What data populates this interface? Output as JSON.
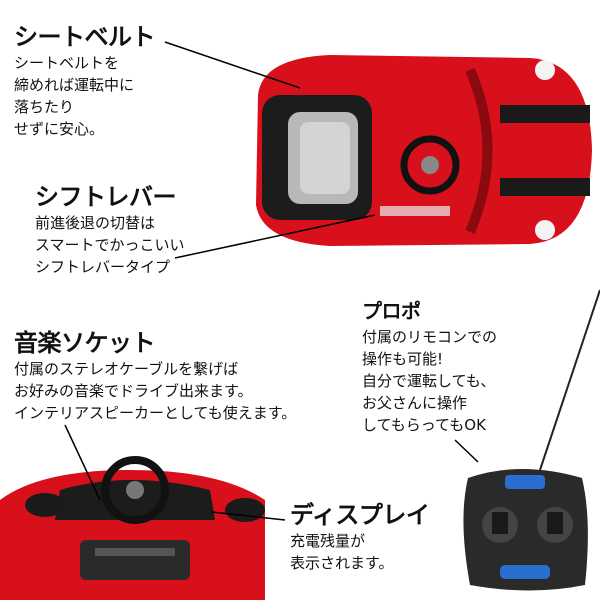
{
  "features": {
    "seatbelt": {
      "title": "シートベルト",
      "lines": [
        "シートベルトを",
        "締めれば運転中に",
        "落ちたり",
        "せずに安心。"
      ]
    },
    "shift_lever": {
      "title": "シフトレバー",
      "lines": [
        "前進後退の切替は",
        "スマートでかっこいい",
        "シフトレバータイプ"
      ]
    },
    "music_socket": {
      "title": "音楽ソケット",
      "lines": [
        "付属のステレオケーブルを繋げば",
        "お好みの音楽でドライブ出来ます。",
        "インテリアスピーカーとしても使えます。"
      ]
    },
    "propo": {
      "title": "プロポ",
      "lines": [
        "付属のリモコンでの",
        "操作も可能!",
        "自分で運転しても、",
        "お父さんに操作",
        "してもらってもOK"
      ]
    },
    "display": {
      "title": "ディスプレイ",
      "lines": [
        "充電残量が",
        "表示されます。"
      ]
    }
  },
  "colors": {
    "car_red": "#d8101c",
    "stripe": "#1a1a1a",
    "remote": "#2a2a2a",
    "remote_accent": "#2a6fd0"
  }
}
